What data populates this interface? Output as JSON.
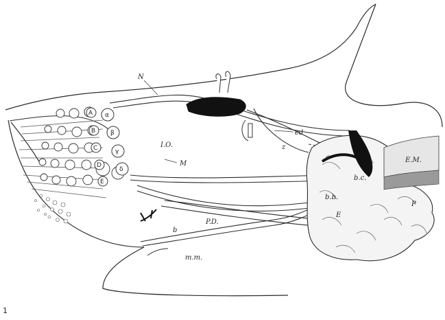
{
  "figure": {
    "number": "1",
    "colors": {
      "ink": "#2a2a2a",
      "nerve_fill": "#cfcfcf",
      "brain_fill": "#f4f4f4",
      "shading": "#9a9a9a",
      "black": "#111111"
    },
    "labels": {
      "N": "N",
      "IO": "I.O.",
      "M": "M",
      "ed": "ed",
      "z": "z",
      "a": "a",
      "bc": "b.c.",
      "bb": "b.b.",
      "EM": "E.M.",
      "E": "E",
      "P": "P",
      "PD": "P.D.",
      "b": "b",
      "mm": "m.m."
    },
    "row_labels": [
      "A",
      "B",
      "C",
      "D",
      "E"
    ],
    "greek_labels": [
      "α",
      "β",
      "γ",
      "δ"
    ]
  }
}
